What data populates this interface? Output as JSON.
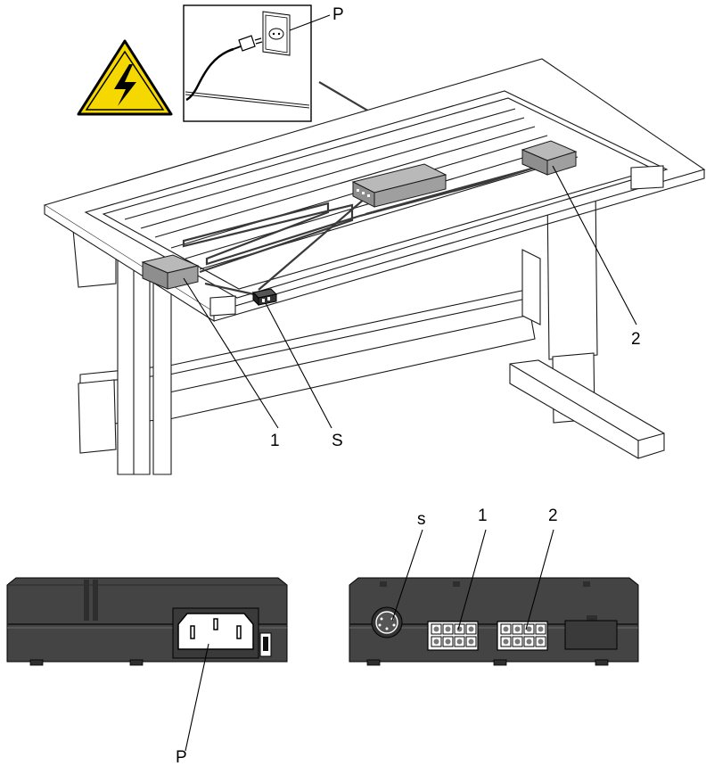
{
  "colors": {
    "warning_yellow": "#f5d800",
    "device_top": "#b9b9b9",
    "device_side": "#8e8e8e",
    "unit_body": "#444444",
    "unit_top": "#5a5a5a"
  },
  "icons": [
    "high-voltage-warning-icon",
    "power-plug-icon",
    "wall-socket-icon"
  ],
  "labels": {
    "plug_inset": "P",
    "motor_left": "1",
    "switch": "S",
    "motor_right": "2",
    "socket_s": "s",
    "socket_1": "1",
    "socket_2": "2",
    "power_inlet": "P"
  }
}
